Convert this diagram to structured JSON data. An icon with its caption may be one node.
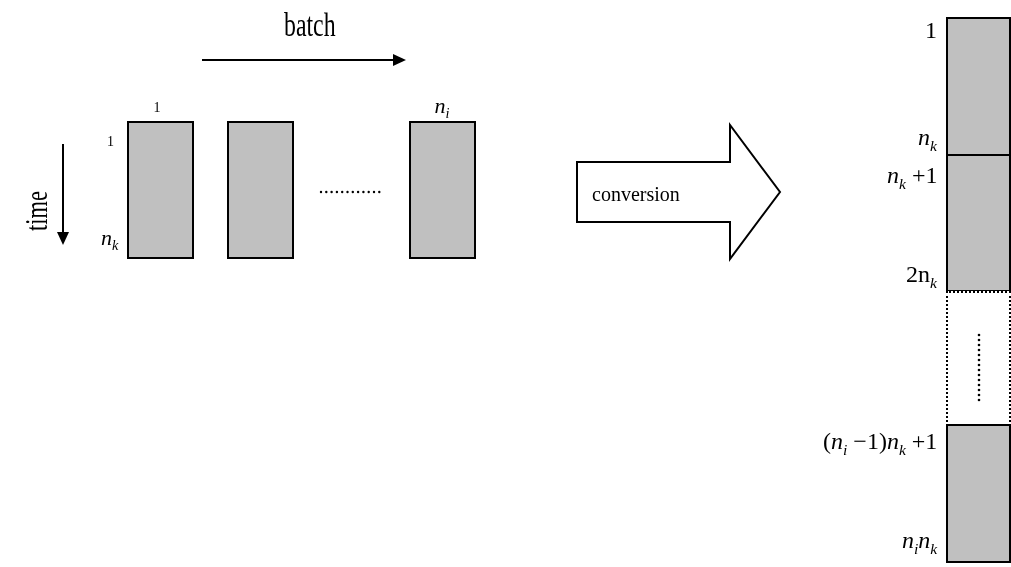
{
  "diagram": {
    "nodes": [
      {
        "text": [],
        "shape": "box"
      },
      {
        "text": [],
        "shape": "box"
      },
      {
        "text": [],
        "shape": "box"
      },
      {
        "text": [
          "conversion"
        ]
      },
      {
        "text": [],
        "shape": "box"
      },
      {
        "text": [],
        "shape": "box"
      },
      {
        "text": [],
        "shape": "box"
      },
      {
        "text": [],
        "shape": "box"
      }
    ],
    "edges": [],
    "labels": [
      "batch",
      "1",
      "*n*$_{i}$",
      "time",
      "1",
      "*n*$_{k}$",
      "1",
      "*n*$_{k}$",
      "*n*$_{k}$ +1",
      "2n$_{k}$",
      "(*n*$_{i}$ −1)*n*$_{k}$ +1",
      "*n*$_{i}$*n*$_{k}$"
    ]
  }
}
